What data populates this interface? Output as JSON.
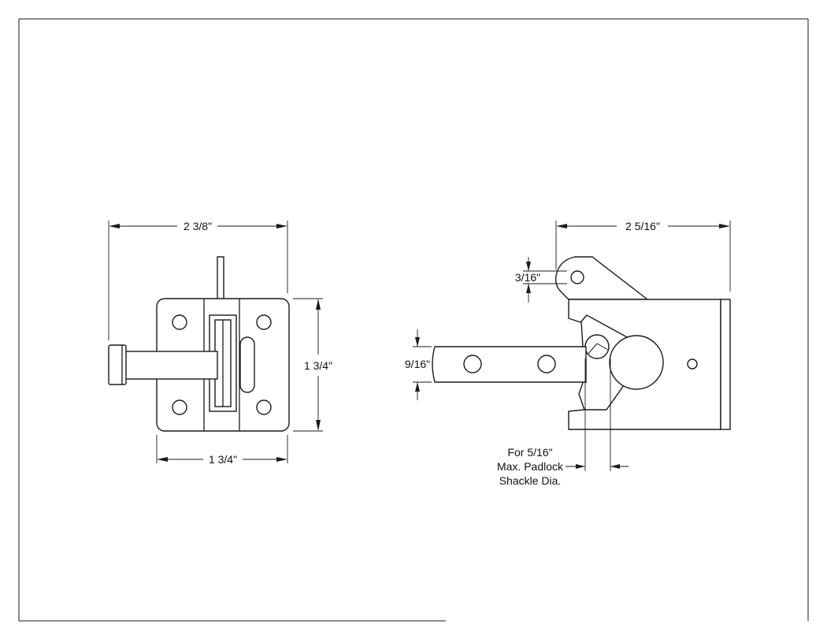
{
  "drawing": {
    "left_view": {
      "overall_width_label": "2 3/8\"",
      "height_label": "1 3/4\"",
      "base_width_label": "1 3/4\""
    },
    "right_view": {
      "overall_width_label": "2 5/16\"",
      "hole_dia_label": "3/16\"",
      "bolt_width_label": "9/16\"",
      "padlock_note": [
        "For 5/16\"",
        "Max. Padlock",
        "Shackle Dia."
      ]
    }
  }
}
